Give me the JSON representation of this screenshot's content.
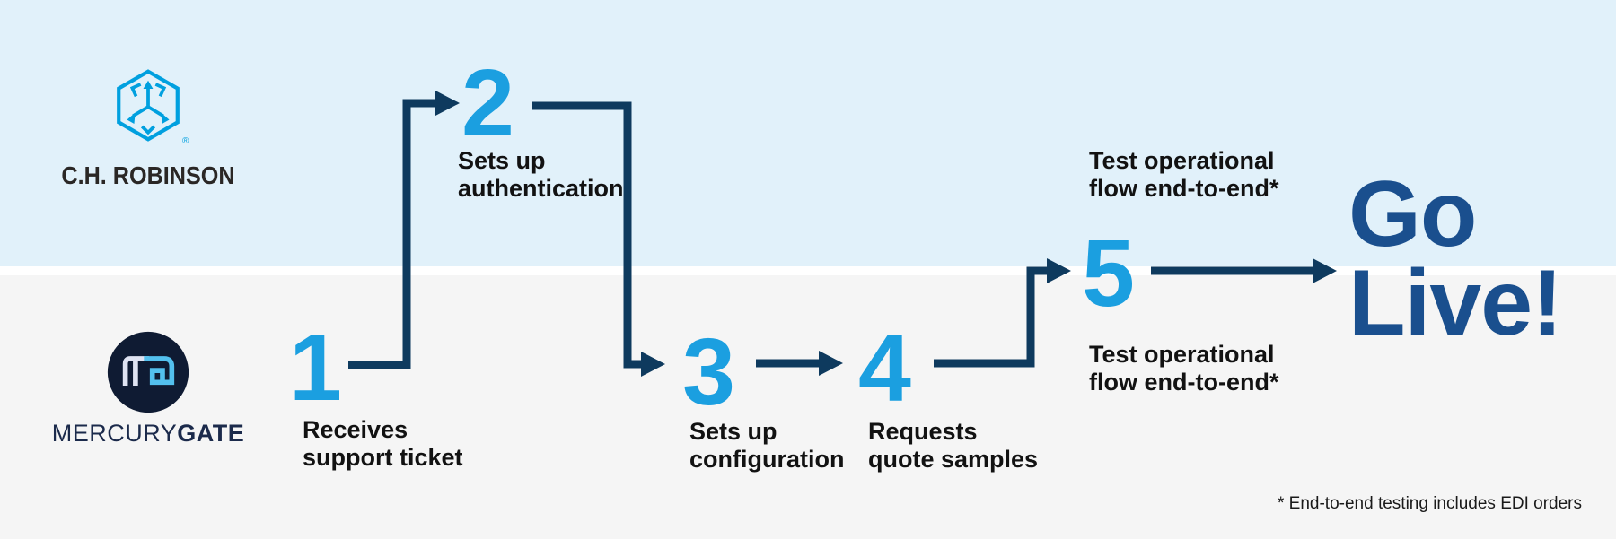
{
  "lanes": {
    "top_company": {
      "name": "C.H. ROBINSON",
      "registered_mark": "®",
      "logo": "ch-robinson-hexagon-arrows"
    },
    "bottom_company": {
      "name_regular": "MERCURY",
      "name_bold": "GATE",
      "logo": "mercurygate-mg-circle"
    }
  },
  "steps": [
    {
      "number": "1",
      "label": "Receives\nsupport ticket",
      "lane": "bottom"
    },
    {
      "number": "2",
      "label": "Sets up\nauthentication",
      "lane": "top"
    },
    {
      "number": "3",
      "label": "Sets up\nconfiguration",
      "lane": "bottom"
    },
    {
      "number": "4",
      "label": "Requests\nquote samples",
      "lane": "bottom"
    },
    {
      "number": "5",
      "label_top": "Test operational\nflow end-to-end*",
      "label_bottom": "Test operational\nflow end-to-end*",
      "lane": "both"
    }
  ],
  "outcome": {
    "label": "Go\nLive!"
  },
  "footnote": "* End-to-end testing includes EDI orders",
  "colors": {
    "top_band": "#e1f1fa",
    "bottom_band": "#f5f5f5",
    "step_number_blue": "#1b9fe0",
    "arrow_navy": "#0e3a5e",
    "go_live_navy": "#1a4f8e",
    "chr_logo_blue": "#00a0df",
    "mg_circle_navy": "#0f1b33"
  }
}
